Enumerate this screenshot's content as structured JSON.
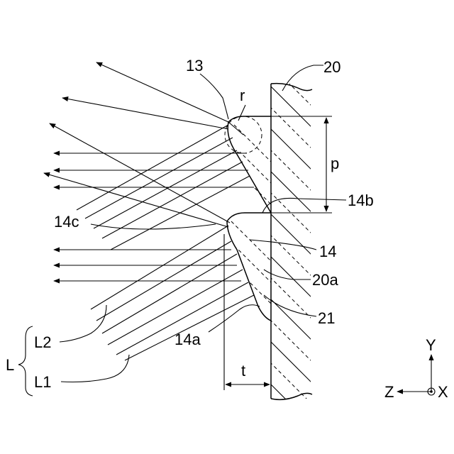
{
  "labels": {
    "n13": "13",
    "n20": "20",
    "r": "r",
    "p": "p",
    "n14b": "14b",
    "n14c": "14c",
    "n14": "14",
    "n20a": "20a",
    "n21": "21",
    "n14a": "14a",
    "L2": "L2",
    "L": "L",
    "L1": "L1",
    "t": "t",
    "Y": "Y",
    "Z": "Z",
    "X": "X"
  }
}
